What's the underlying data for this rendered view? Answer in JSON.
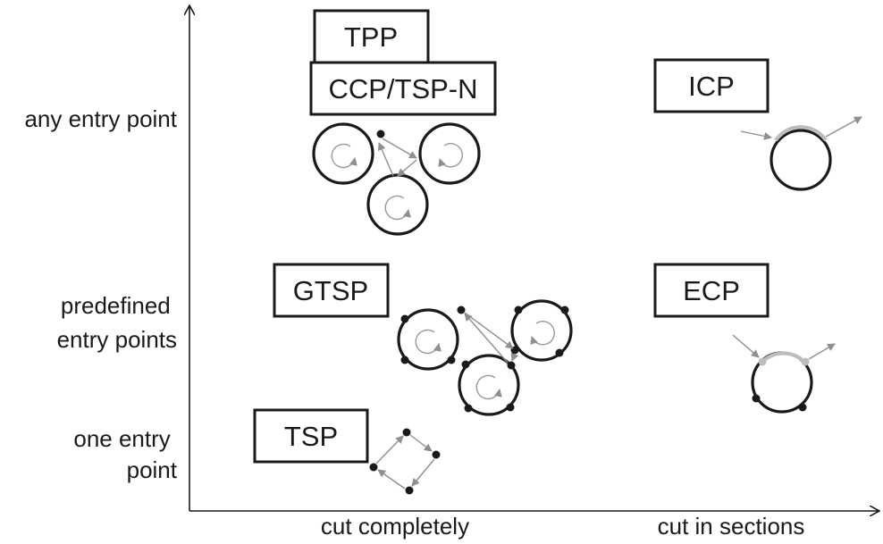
{
  "rows": {
    "any_entry_point": [
      "any entry point"
    ],
    "predefined_entry_points": [
      "predefined",
      "entry points"
    ],
    "one_entry_point": [
      "one entry",
      "point"
    ]
  },
  "columns": {
    "cut_completely": "cut completely",
    "cut_in_sections": "cut in sections"
  },
  "problems": {
    "tpp": "TPP",
    "ccp_tsp_n": "CCP/TSP-N",
    "icp": "ICP",
    "gtsp": "GTSP",
    "ecp": "ECP",
    "tsp": "TSP"
  },
  "colors": {
    "contour": "#1a1a1a",
    "move_arrow": "#8f8f8f",
    "cut_section": "#bdbdbd",
    "background": "#ffffff"
  }
}
